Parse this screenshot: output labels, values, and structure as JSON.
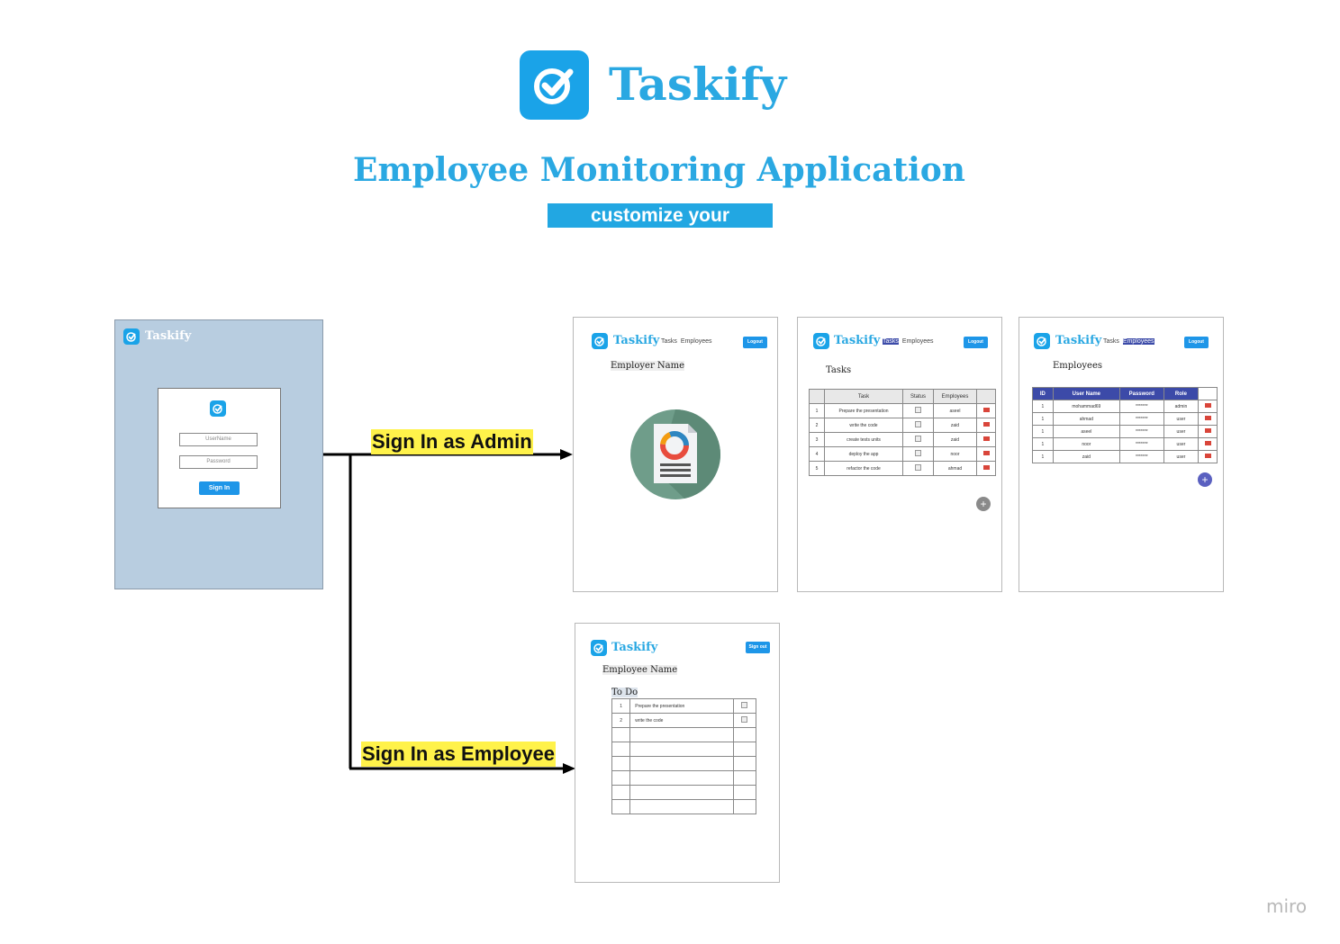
{
  "header": {
    "brand": "Taskify",
    "title": "Employee Monitoring Application",
    "subtitle": "customize your workflows"
  },
  "login_screen": {
    "brand": "Taskify",
    "username_placeholder": "UserName",
    "password_placeholder": "Password",
    "sign_in_label": "Sign In"
  },
  "connectors": {
    "admin_label": "Sign In as Admin",
    "employee_label": "Sign In as Employee"
  },
  "admin_home": {
    "brand": "Taskify",
    "nav": [
      "Tasks",
      "Employees"
    ],
    "logout_label": "Logout",
    "heading": "Employer Name"
  },
  "tasks_screen": {
    "brand": "Taskify",
    "nav": [
      "Tasks",
      "Employees"
    ],
    "selected_nav": "Tasks",
    "logout_label": "Logout",
    "heading": "Tasks",
    "columns": [
      "",
      "Task",
      "Status",
      "Employees",
      ""
    ],
    "rows": [
      {
        "n": "1",
        "task": "Prepare the presentation",
        "employee": "aseel"
      },
      {
        "n": "2",
        "task": "write the code",
        "employee": "zaid"
      },
      {
        "n": "3",
        "task": "create tests units",
        "employee": "zaid"
      },
      {
        "n": "4",
        "task": "deploy the app",
        "employee": "noor"
      },
      {
        "n": "5",
        "task": "refactor the code",
        "employee": "ahmad"
      }
    ],
    "add_label": "+"
  },
  "employees_screen": {
    "brand": "Taskify",
    "nav": [
      "Tasks",
      "Employees"
    ],
    "selected_nav": "Employees",
    "logout_label": "Logout",
    "heading": "Employees",
    "columns": [
      "ID",
      "User Name",
      "Password",
      "Role",
      ""
    ],
    "rows": [
      {
        "id": "1",
        "user": "mohammad69",
        "password": "*******",
        "role": "admin"
      },
      {
        "id": "1",
        "user": "ahmad",
        "password": "*******",
        "role": "user"
      },
      {
        "id": "1",
        "user": "aseel",
        "password": "*******",
        "role": "user"
      },
      {
        "id": "1",
        "user": "noor",
        "password": "*******",
        "role": "user"
      },
      {
        "id": "1",
        "user": "zaid",
        "password": "*******",
        "role": "user"
      }
    ],
    "add_label": "+"
  },
  "employee_screen": {
    "brand": "Taskify",
    "signout_label": "Sign out",
    "heading": "Employee Name",
    "todo_label": "To Do",
    "rows": [
      {
        "n": "1",
        "task": "Prepare the presentation"
      },
      {
        "n": "2",
        "task": "write the code"
      },
      {
        "n": "",
        "task": ""
      },
      {
        "n": "",
        "task": ""
      },
      {
        "n": "",
        "task": ""
      },
      {
        "n": "",
        "task": ""
      },
      {
        "n": "",
        "task": ""
      },
      {
        "n": "",
        "task": ""
      }
    ]
  },
  "watermark": "miro",
  "colors": {
    "brand_blue": "#2aa8e2",
    "login_bg": "#b8cde0",
    "highlight_yellow": "#fff24a",
    "table_header_indigo": "#3c4aa8"
  }
}
